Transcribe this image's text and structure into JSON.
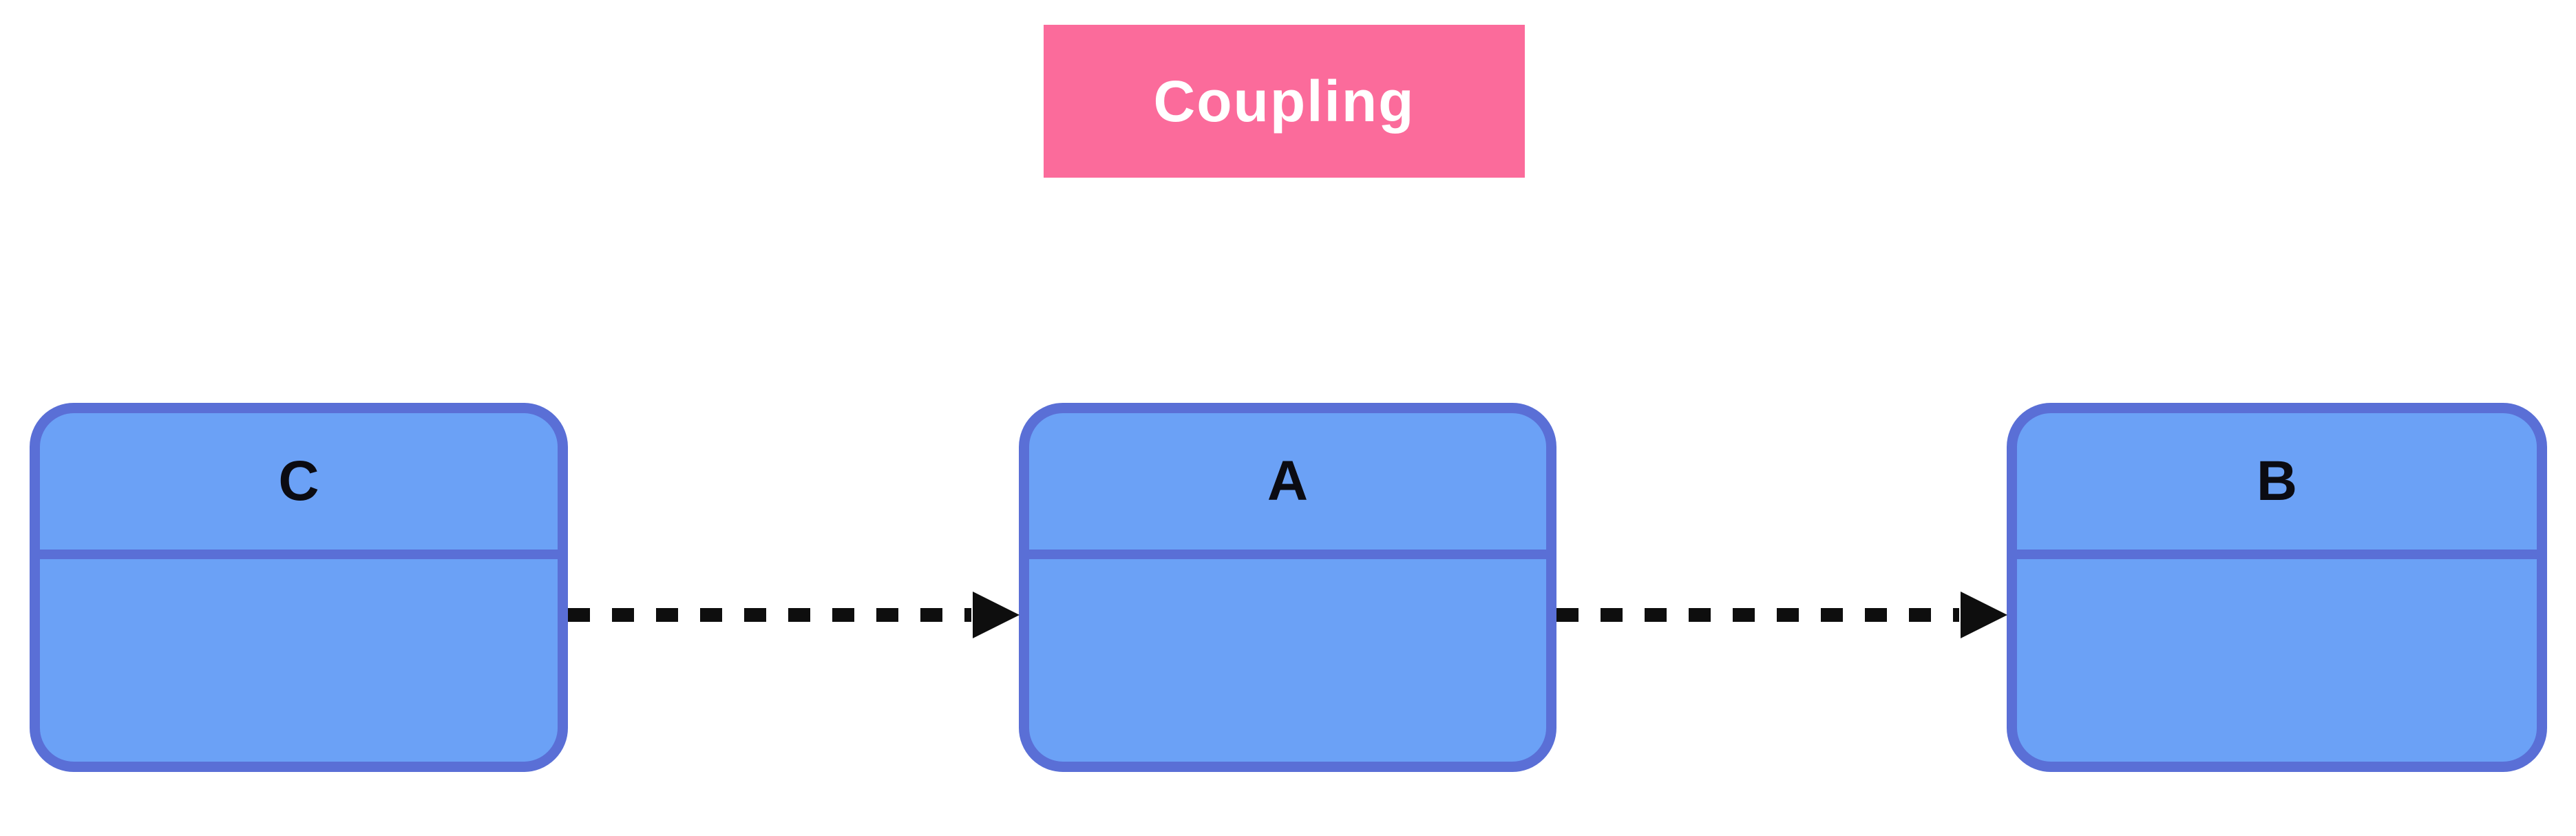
{
  "diagram": {
    "title_badge": {
      "label": "Coupling",
      "bg_color": "#fb6b9b",
      "text_color": "#ffffff"
    },
    "nodes": [
      {
        "id": "C",
        "label": "C"
      },
      {
        "id": "A",
        "label": "A"
      },
      {
        "id": "B",
        "label": "B"
      }
    ],
    "edges": [
      {
        "from": "C",
        "to": "A",
        "style": "dashed",
        "direction": "right"
      },
      {
        "from": "A",
        "to": "B",
        "style": "dashed",
        "direction": "right"
      }
    ],
    "colors": {
      "node_fill": "#6ba1f6",
      "node_border": "#5a6fd6",
      "edge": "#0e0e0e",
      "canvas_bg": "#ffffff"
    }
  }
}
